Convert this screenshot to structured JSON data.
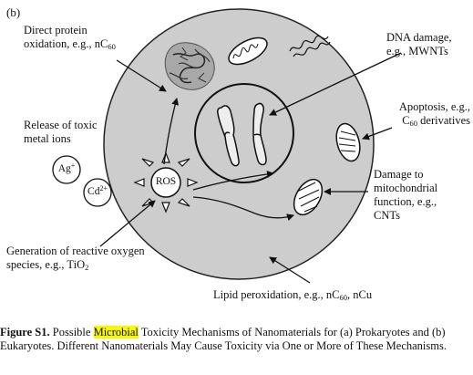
{
  "panel_label": "(b)",
  "labels": {
    "protein": [
      "Direct protein",
      "oxidation, e.g., nC",
      "60"
    ],
    "dna": [
      "DNA damage,",
      "e.g., MWNTs"
    ],
    "apoptosis": [
      "Apoptosis, e.g.,",
      "C",
      "60",
      " derivatives"
    ],
    "metal": [
      "Release of toxic",
      "metal ions"
    ],
    "mito": [
      "Damage to",
      "mitochondrial",
      "function, e.g.,",
      "CNTs"
    ],
    "ros_gen": [
      "Generation of reactive oxygen",
      "species, e.g., TiO",
      "2"
    ],
    "lipid": [
      "Lipid peroxidation, e.g., nC",
      "60",
      ", nCu"
    ]
  },
  "ions": {
    "ag": {
      "base": "Ag",
      "charge": "+"
    },
    "cd": {
      "base": "Cd",
      "charge": "2+"
    }
  },
  "ros": "ROS",
  "caption": {
    "bold": "Figure S1.",
    "pre": " Possible ",
    "highlight": "Microbial",
    "rest": " Toxicity Mechanisms of Nanomaterials for (a) Prokaryotes and (b) Eukaryotes.  Different Nanomaterials May Cause Toxicity via One or More of These Mechanisms."
  }
}
